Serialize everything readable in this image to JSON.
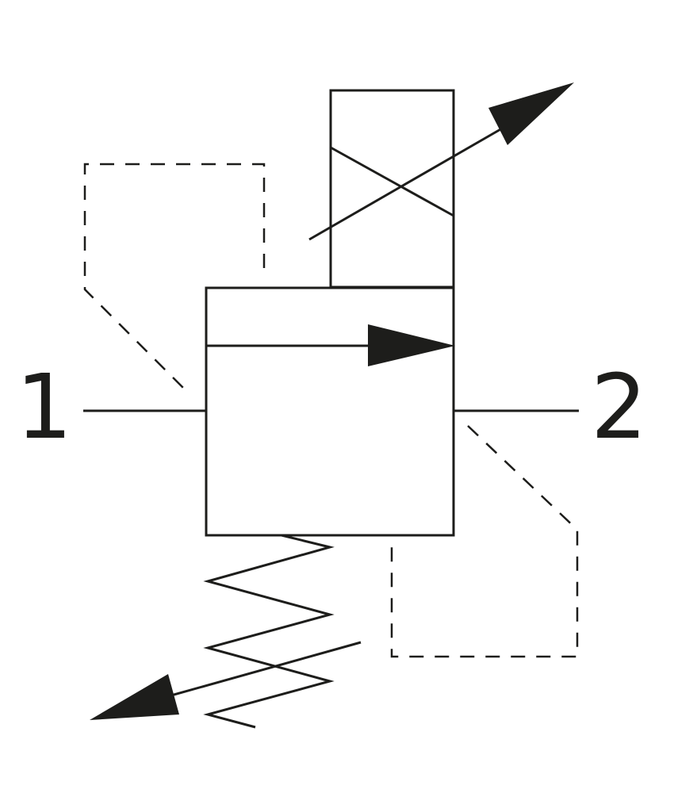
{
  "ports": {
    "inlet_label": "1",
    "outlet_label": "2"
  },
  "colors": {
    "stroke": "#1d1d1b",
    "background": "#ffffff"
  },
  "icons": {
    "valve_body": "square-valve-envelope",
    "flow_arrow": "right-filled-arrow",
    "actuator": "proportional-solenoid-box",
    "adjustable_arrow": "diagonal-arrow-icon",
    "spring": "zigzag-spring"
  }
}
